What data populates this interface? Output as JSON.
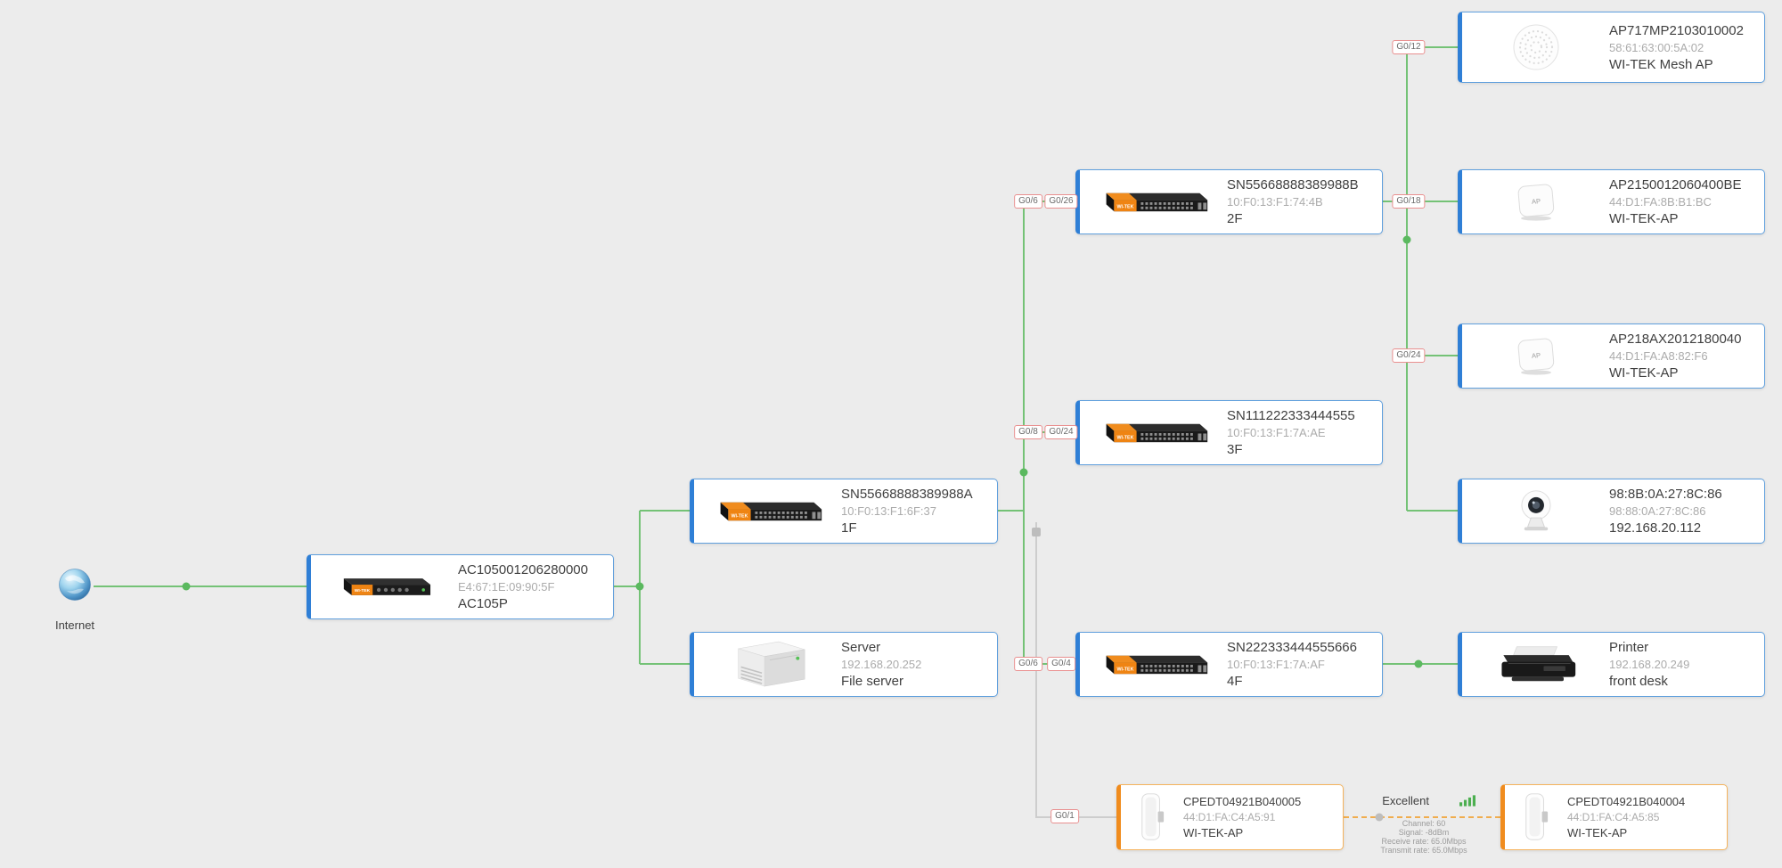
{
  "internet": {
    "label": "Internet"
  },
  "nodes": {
    "router": {
      "title": "AC105001206280000",
      "sub": "E4:67:1E:09:90:5F",
      "label": "AC105P"
    },
    "switch1f": {
      "title": "SN55668888389988A",
      "sub": "10:F0:13:F1:6F:37",
      "label": "1F"
    },
    "server": {
      "title": "Server",
      "sub": "192.168.20.252",
      "label": "File server"
    },
    "switch2f": {
      "title": "SN55668888389988B",
      "sub": "10:F0:13:F1:74:4B",
      "label": "2F"
    },
    "switch3f": {
      "title": "SN111222333444555",
      "sub": "10:F0:13:F1:7A:AE",
      "label": "3F"
    },
    "switch4f": {
      "title": "SN222333444555666",
      "sub": "10:F0:13:F1:7A:AF",
      "label": "4F"
    },
    "meshap": {
      "title": "AP717MP2103010002",
      "sub": "58:61:63:00:5A:02",
      "label": "WI-TEK Mesh AP"
    },
    "ap215": {
      "title": "AP2150012060400BE",
      "sub": "44:D1:FA:8B:B1:BC",
      "label": "WI-TEK-AP"
    },
    "ap218": {
      "title": "AP218AX2012180040",
      "sub": "44:D1:FA:A8:82:F6",
      "label": "WI-TEK-AP"
    },
    "camera": {
      "title": "98:8B:0A:27:8C:86",
      "sub": "98:88:0A:27:8C:86",
      "label": "192.168.20.112"
    },
    "printer": {
      "title": "Printer",
      "sub": "192.168.20.249",
      "label": "front desk"
    },
    "cpe5": {
      "title": "CPEDT04921B040005",
      "sub": "44:D1:FA:C4:A5:91",
      "label": "WI-TEK-AP"
    },
    "cpe4": {
      "title": "CPEDT04921B040004",
      "sub": "44:D1:FA:C4:A5:85",
      "label": "WI-TEK-AP"
    }
  },
  "ports": [
    "G0/12",
    "G0/6",
    "G0/26",
    "G0/18",
    "G0/24",
    "G0/8",
    "G0/24",
    "G0/6",
    "G0/4",
    "G0/1"
  ],
  "wireless": {
    "quality": "Excellent",
    "stats": [
      "Channel: 60",
      "Signal: -8dBm",
      "Receive rate: 65.0Mbps",
      "Transmit rate: 65.0Mbps"
    ]
  },
  "icon_text": {
    "wi_tek": "WI-TEK",
    "ap": "AP"
  },
  "colors": {
    "background": "#ececec",
    "node_border_blue": "#5f9fdd",
    "node_accent_blue": "#2f7fd6",
    "node_border_orange": "#f5b45e",
    "node_accent_orange": "#f08c1e",
    "link_green": "#74c276",
    "link_gray": "#cdcdcd",
    "wireless_link_orange": "#f0ad4e",
    "status_dot_green": "#5bb95f",
    "status_dot_gray": "#bdbdbd",
    "port_badge_border": "#e98f8f",
    "signal_bars_green": "#4caf50"
  }
}
